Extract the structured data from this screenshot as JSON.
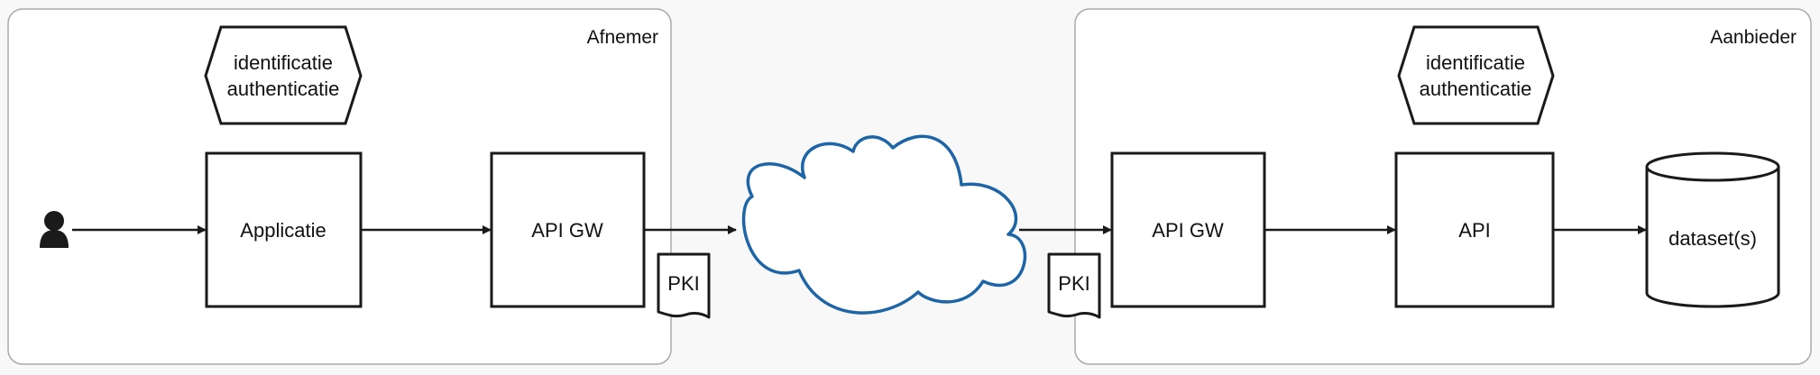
{
  "groups": {
    "consumer": {
      "label": "Afnemer"
    },
    "provider": {
      "label": "Aanbieder"
    }
  },
  "consumer": {
    "auth_line1": "identificatie",
    "auth_line2": "authenticatie",
    "app_label": "Applicatie",
    "gateway_label": "API GW",
    "pki_label": "PKI"
  },
  "provider": {
    "auth_line1": "identificatie",
    "auth_line2": "authenticatie",
    "gateway_label": "API GW",
    "api_label": "API",
    "dataset_label": "dataset(s)",
    "pki_label": "PKI"
  },
  "colors": {
    "stroke": "#1a1a1a",
    "group_border": "#aaaaaa",
    "group_fill": "#ffffff",
    "cloud": "#1d65a6",
    "background": "#f8f8f8"
  },
  "icons": {
    "user": "user-icon",
    "network": "cloud-icon"
  }
}
